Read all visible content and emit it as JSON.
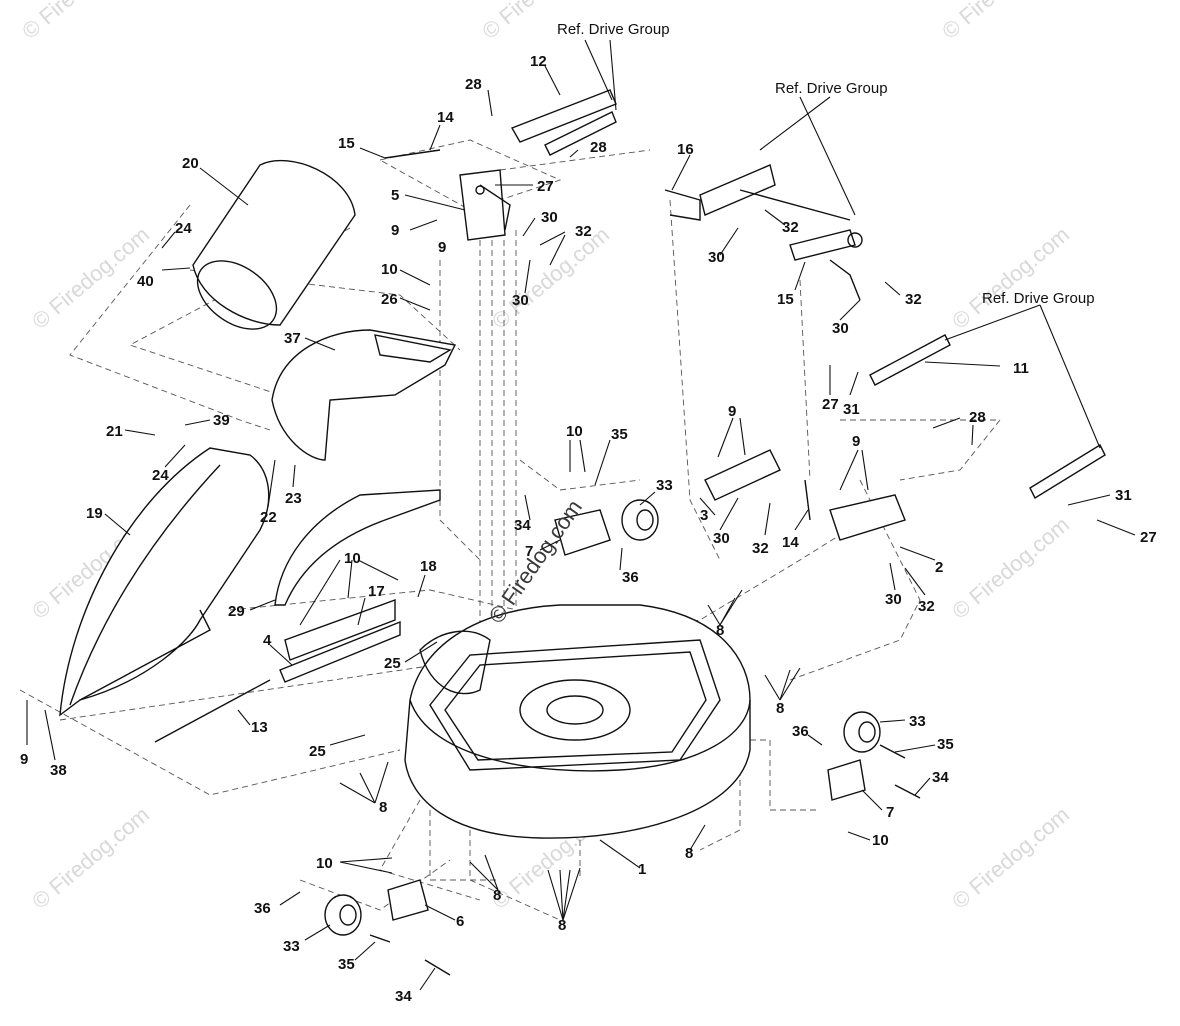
{
  "ref_labels": [
    "Ref. Drive Group",
    "Ref. Drive Group",
    "Ref. Drive Group"
  ],
  "watermark_text": "© Firedog.com",
  "watermark_main": "© Firedog.com",
  "callouts": [
    "12",
    "28",
    "28",
    "14",
    "15",
    "27",
    "5",
    "9",
    "30",
    "32",
    "30",
    "9",
    "16",
    "32",
    "30",
    "15",
    "32",
    "30",
    "20",
    "24",
    "40",
    "10",
    "26",
    "37",
    "11",
    "27",
    "31",
    "28",
    "9",
    "3",
    "30",
    "32",
    "14",
    "9",
    "2",
    "30",
    "32",
    "31",
    "27",
    "21",
    "39",
    "24",
    "22",
    "23",
    "19",
    "10",
    "35",
    "33",
    "34",
    "7",
    "36",
    "10",
    "17",
    "18",
    "29",
    "4",
    "25",
    "13",
    "9",
    "38",
    "8",
    "8",
    "25",
    "8",
    "36",
    "33",
    "35",
    "34",
    "7",
    "10",
    "1",
    "8",
    "10",
    "36",
    "33",
    "6",
    "35",
    "34",
    "8",
    "8"
  ]
}
